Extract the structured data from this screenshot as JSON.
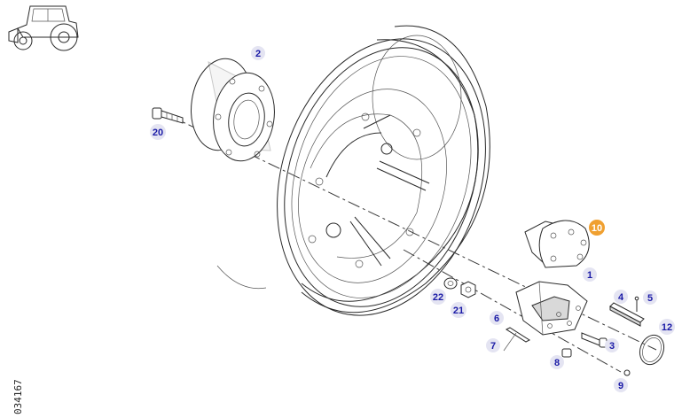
{
  "doc_number": "034167",
  "highlight_color": "#f0a030",
  "callout_color": "#1a1aa6",
  "icons": {
    "vehicle": "tractor-icon"
  },
  "callouts": [
    {
      "id": "2",
      "label": "2"
    },
    {
      "id": "20",
      "label": "20"
    },
    {
      "id": "10",
      "label": "10",
      "highlighted": true
    },
    {
      "id": "1",
      "label": "1"
    },
    {
      "id": "4",
      "label": "4"
    },
    {
      "id": "5",
      "label": "5"
    },
    {
      "id": "22",
      "label": "22"
    },
    {
      "id": "21",
      "label": "21"
    },
    {
      "id": "6",
      "label": "6"
    },
    {
      "id": "7",
      "label": "7"
    },
    {
      "id": "3",
      "label": "3"
    },
    {
      "id": "12",
      "label": "12"
    },
    {
      "id": "8",
      "label": "8"
    },
    {
      "id": "9",
      "label": "9"
    }
  ]
}
